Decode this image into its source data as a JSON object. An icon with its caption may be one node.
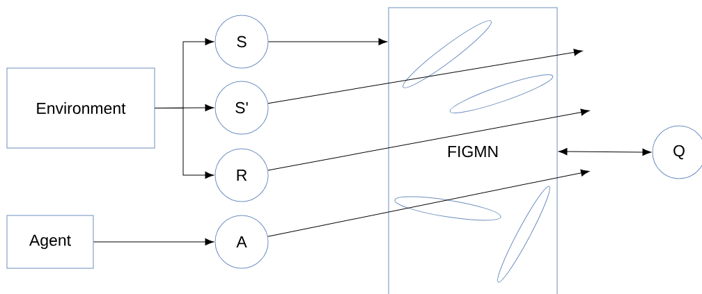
{
  "diagram": {
    "nodes": [
      {
        "text": [
          "Environment"
        ]
      },
      {
        "text": [
          "Agent"
        ]
      },
      {
        "text": [
          "S"
        ]
      },
      {
        "text": [
          "S'"
        ]
      },
      {
        "text": [
          "R"
        ]
      },
      {
        "text": [
          "A"
        ]
      },
      {
        "text": [
          "FIGMN"
        ]
      },
      {
        "text": [
          "Q"
        ]
      }
    ],
    "edges": [
      {
        "from": 0,
        "to": 2,
        "arrow": "to"
      },
      {
        "from": 0,
        "to": 3,
        "arrow": "to"
      },
      {
        "from": 0,
        "to": 4,
        "arrow": "to"
      },
      {
        "from": 1,
        "to": 5,
        "arrow": "to"
      },
      {
        "from": 2,
        "to": 6,
        "arrow": "to"
      },
      {
        "from": 3,
        "to": null,
        "arrow": "to"
      },
      {
        "from": 4,
        "to": null,
        "arrow": "to"
      },
      {
        "from": 5,
        "to": null,
        "arrow": "to"
      },
      {
        "from": 6,
        "to": 7,
        "arrow": "both"
      }
    ]
  }
}
